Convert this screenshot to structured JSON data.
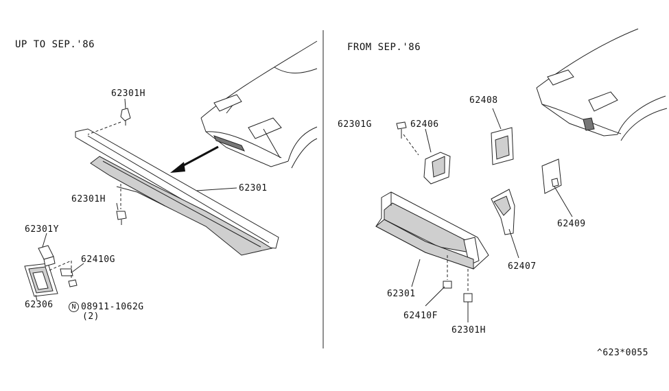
{
  "sections": {
    "left_header": "UP TO SEP.'86",
    "right_header": "FROM SEP.'86"
  },
  "left_labels": {
    "clip_top": "62301H",
    "clip_mid": "62301H",
    "deflector": "62301",
    "bracket_y": "62301Y",
    "lamp": "62306",
    "clip_g": "62410G",
    "nut_part": "08911-1062G",
    "nut_qty": "(2)",
    "nut_symbol": "N"
  },
  "right_labels": {
    "bolt_g": "62301G",
    "bracket_406": "62406",
    "duct_408": "62408",
    "duct_407": "62407",
    "bracket_409": "62409",
    "deflector": "62301",
    "clip_f": "62410F",
    "clip_h": "62301H"
  },
  "footer": {
    "ref_code": "^623*0055"
  }
}
